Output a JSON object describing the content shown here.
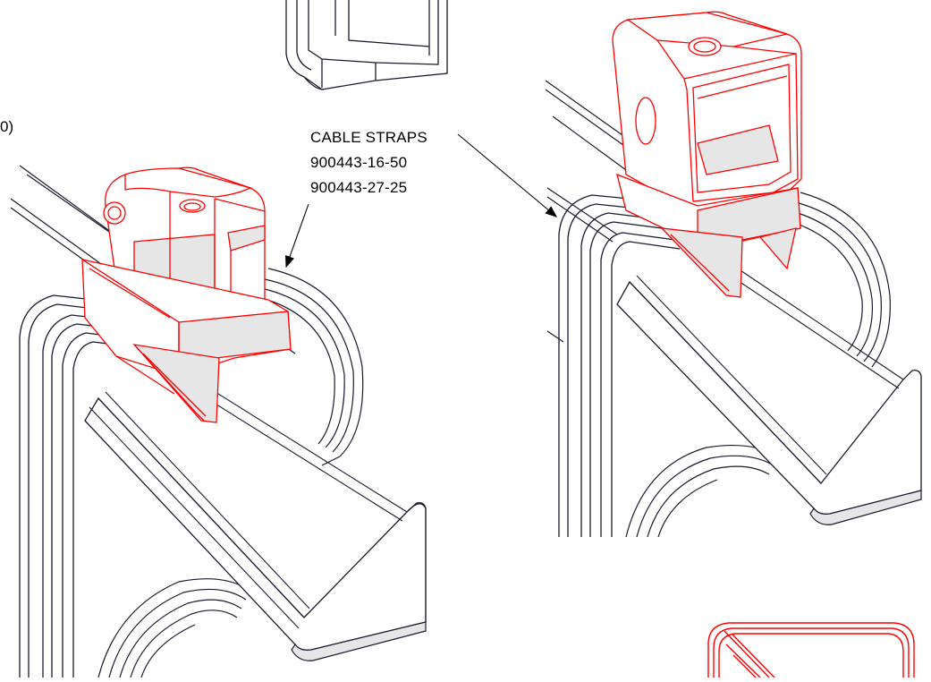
{
  "callout": {
    "lines": [
      "CABLE STRAPS",
      "900443-16-50",
      "900443-27-25"
    ]
  },
  "edge_label": "0)",
  "colors": {
    "line": "#1a1a2e",
    "accent": "#ff0000",
    "face_fill": "#e6e6e6",
    "background": "#ffffff"
  }
}
